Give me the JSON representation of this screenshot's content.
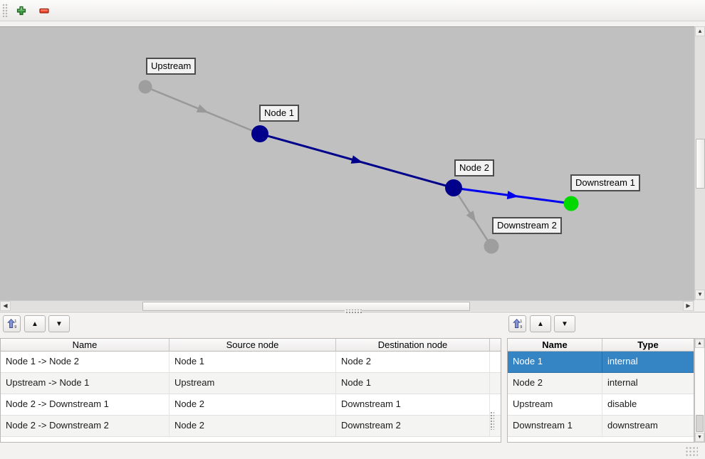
{
  "icons": {
    "triangle_up": "▲",
    "triangle_down": "▼",
    "triangle_left": "◀",
    "triangle_right": "▶",
    "sort_digit_top": "1",
    "sort_digit_bottom": "9"
  },
  "graph": {
    "canvas_background": "#c0c0c0",
    "nodes": [
      {
        "label": "Upstream",
        "color": "#9e9e9e"
      },
      {
        "label": "Node 1",
        "color": "#00008b"
      },
      {
        "label": "Node 2",
        "color": "#00008b"
      },
      {
        "label": "Downstream 1",
        "color": "#00d900"
      },
      {
        "label": "Downstream 2",
        "color": "#9e9e9e"
      }
    ],
    "edges": [
      {
        "color": "#999999"
      },
      {
        "color": "#00008b"
      },
      {
        "color": "#0000ee"
      },
      {
        "color": "#999999"
      }
    ]
  },
  "edges_panel": {
    "table": {
      "headers": [
        "Name",
        "Source node",
        "Destination node"
      ],
      "rows": [
        [
          "Node 1 -> Node 2",
          "Node 1",
          "Node 2"
        ],
        [
          "Upstream -> Node 1",
          "Upstream",
          "Node 1"
        ],
        [
          "Node 2 -> Downstream 1",
          "Node 2",
          "Downstream 1"
        ],
        [
          "Node 2 -> Downstream 2",
          "Node 2",
          "Downstream 2"
        ]
      ]
    }
  },
  "nodes_panel": {
    "table": {
      "headers": [
        "Name",
        "Type"
      ],
      "rows": [
        [
          "Node 1",
          "internal"
        ],
        [
          "Node 2",
          "internal"
        ],
        [
          "Upstream",
          "disable"
        ],
        [
          "Downstream 1",
          "downstream"
        ]
      ],
      "selected_row_index": 0,
      "selection_color": "#3585c5"
    }
  }
}
